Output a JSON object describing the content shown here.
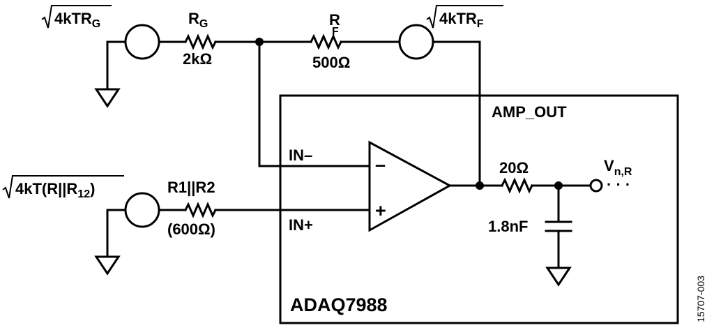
{
  "sources": {
    "rg": {
      "main": "4kTR",
      "sub": "G"
    },
    "rf": {
      "main": "4kTR",
      "sub": "F"
    },
    "rpar": {
      "main": "4kT(R||R",
      "sub": "12",
      "close": ")"
    }
  },
  "resistors": {
    "rg": {
      "name_main": "R",
      "name_sub": "G",
      "value": "2kΩ"
    },
    "rf": {
      "name_main": "R",
      "name_sub": "F",
      "value": "500Ω"
    },
    "rpar": {
      "name": "R1||R2",
      "value": "(600Ω)"
    },
    "rout": {
      "value": "20Ω"
    }
  },
  "capacitor": {
    "value": "1.8nF"
  },
  "pins": {
    "in_minus": "IN–",
    "in_plus": "IN+",
    "amp_out": "AMP_OUT"
  },
  "opamp": {
    "minus": "–",
    "plus": "+"
  },
  "output": {
    "main": "V",
    "sub": "n,R",
    "dots": "· · ·"
  },
  "chip": {
    "name": "ADAQ7988"
  },
  "figure_id": "15707-003"
}
